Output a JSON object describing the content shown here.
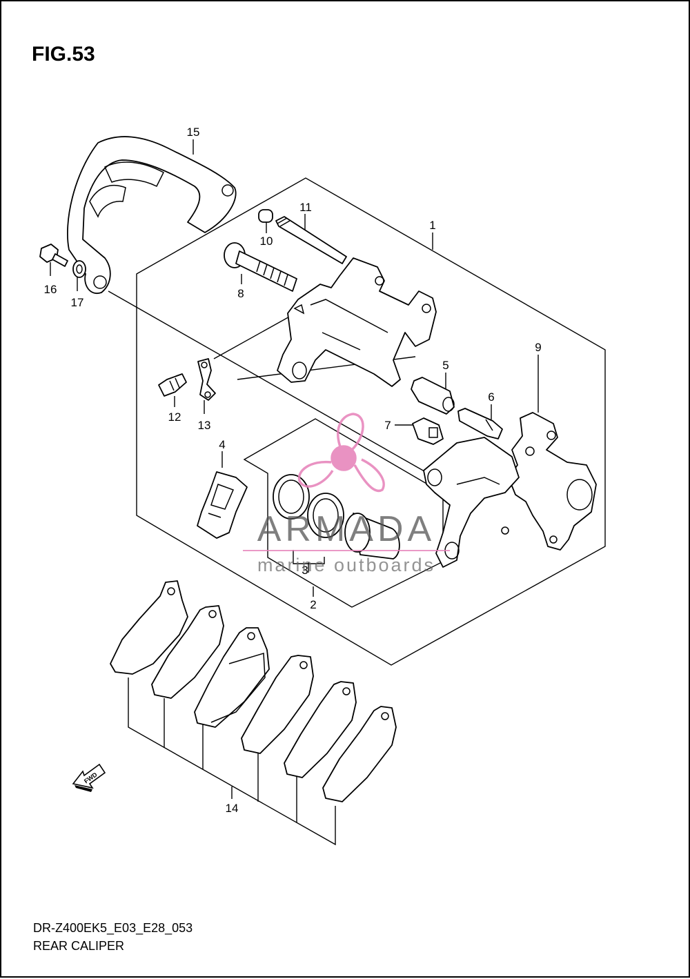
{
  "figure": {
    "title": "FIG.53",
    "model_code": "DR-Z400EK5_E03_E28_053",
    "assembly_name": "REAR CALIPER"
  },
  "callouts": [
    {
      "id": "1",
      "label": "1"
    },
    {
      "id": "2",
      "label": "2"
    },
    {
      "id": "3",
      "label": "3"
    },
    {
      "id": "4",
      "label": "4"
    },
    {
      "id": "5",
      "label": "5"
    },
    {
      "id": "6",
      "label": "6"
    },
    {
      "id": "7",
      "label": "7"
    },
    {
      "id": "8",
      "label": "8"
    },
    {
      "id": "9",
      "label": "9"
    },
    {
      "id": "10",
      "label": "10"
    },
    {
      "id": "11",
      "label": "11"
    },
    {
      "id": "12",
      "label": "12"
    },
    {
      "id": "13",
      "label": "13"
    },
    {
      "id": "14",
      "label": "14"
    },
    {
      "id": "15",
      "label": "15"
    },
    {
      "id": "16",
      "label": "16"
    },
    {
      "id": "17",
      "label": "17"
    }
  ],
  "direction_marker": "FWD",
  "watermark": {
    "brand": "ARMADA",
    "tagline": "marine outboards",
    "accent_color": "#e680b8"
  }
}
